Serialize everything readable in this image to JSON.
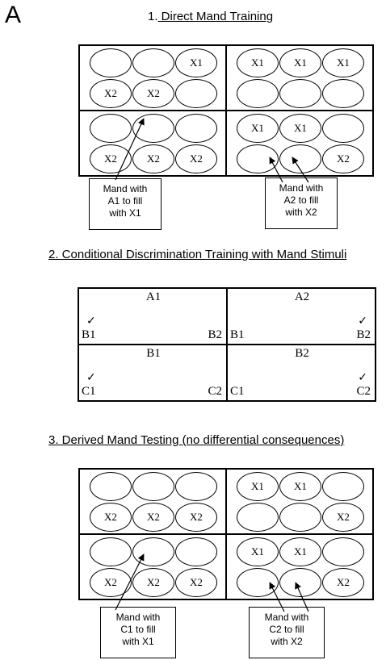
{
  "panel_letter": "A",
  "sections": {
    "s1": {
      "number": "1.",
      "title": " Direct Mand Training"
    },
    "s2": {
      "title": "2. Conditional Discrimination Training with Mand Stimuli"
    },
    "s3": {
      "title": "3. Derived Mand Testing (no differential consequences)"
    }
  },
  "grid1": [
    [
      [
        "",
        "",
        "X1"
      ],
      [
        "X2",
        "X2",
        ""
      ]
    ],
    [
      [
        "X1",
        "X1",
        "X1"
      ],
      [
        "",
        "",
        ""
      ]
    ],
    [
      [
        "",
        "",
        ""
      ],
      [
        "X2",
        "X2",
        "X2"
      ]
    ],
    [
      [
        "X1",
        "X1",
        ""
      ],
      [
        "",
        "",
        "X2"
      ]
    ]
  ],
  "grid3": [
    [
      [
        "",
        "",
        ""
      ],
      [
        "X2",
        "X2",
        "X2"
      ]
    ],
    [
      [
        "X1",
        "X1",
        ""
      ],
      [
        "",
        "",
        "X2"
      ]
    ],
    [
      [
        "",
        "",
        ""
      ],
      [
        "X2",
        "X2",
        "X2"
      ]
    ],
    [
      [
        "X1",
        "X1",
        ""
      ],
      [
        "",
        "",
        "X2"
      ]
    ]
  ],
  "notes1": {
    "left": [
      "Mand with",
      "A1 to fill",
      "with X1"
    ],
    "right": [
      "Mand with",
      "A2 to fill",
      "with X2"
    ]
  },
  "notes3": {
    "left": [
      "Mand with",
      "C1 to fill",
      "with X1"
    ],
    "right": [
      "Mand with",
      "C2 to fill",
      "with X2"
    ]
  },
  "cd_cells": [
    {
      "sample": "A1",
      "left": "B1",
      "right": "B2",
      "check": "left"
    },
    {
      "sample": "A2",
      "left": "B1",
      "right": "B2",
      "check": "right"
    },
    {
      "sample": "B1",
      "left": "C1",
      "right": "C2",
      "check": "left"
    },
    {
      "sample": "B2",
      "left": "C1",
      "right": "C2",
      "check": "right"
    }
  ],
  "check_glyph": "✓"
}
